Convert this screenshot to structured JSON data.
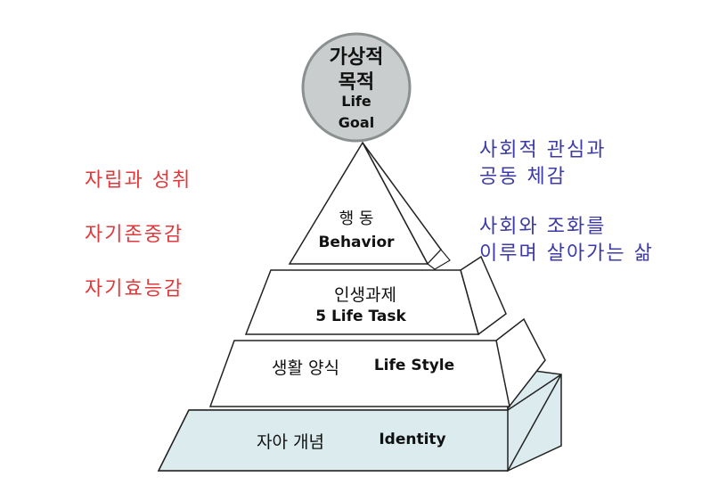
{
  "goal": {
    "line1": "가상적",
    "line2": "목적",
    "line3": "Life",
    "line4": "Goal"
  },
  "levels": {
    "behavior": {
      "ko": "행 동",
      "en": "Behavior"
    },
    "life_task": {
      "ko": "인생과제",
      "en": "5  Life Task"
    },
    "life_style": {
      "ko": "생활 양식",
      "en": "Life Style"
    },
    "identity": {
      "ko": "자아 개념",
      "en": "Identity"
    }
  },
  "left_notes": [
    "자립과 성취",
    "자기존중감",
    "자기효능감"
  ],
  "right_notes": {
    "group1": [
      "사회적 관심과",
      "공동 체감"
    ],
    "group2": [
      "사회와 조화를",
      "이루며 살아가는 삶"
    ]
  },
  "colors": {
    "left_text": "#e0393b",
    "right_text": "#3c3aa6",
    "goal_fill": "#c9cdcd",
    "goal_stroke": "#8a9090",
    "base_fill": "#dcecee"
  }
}
